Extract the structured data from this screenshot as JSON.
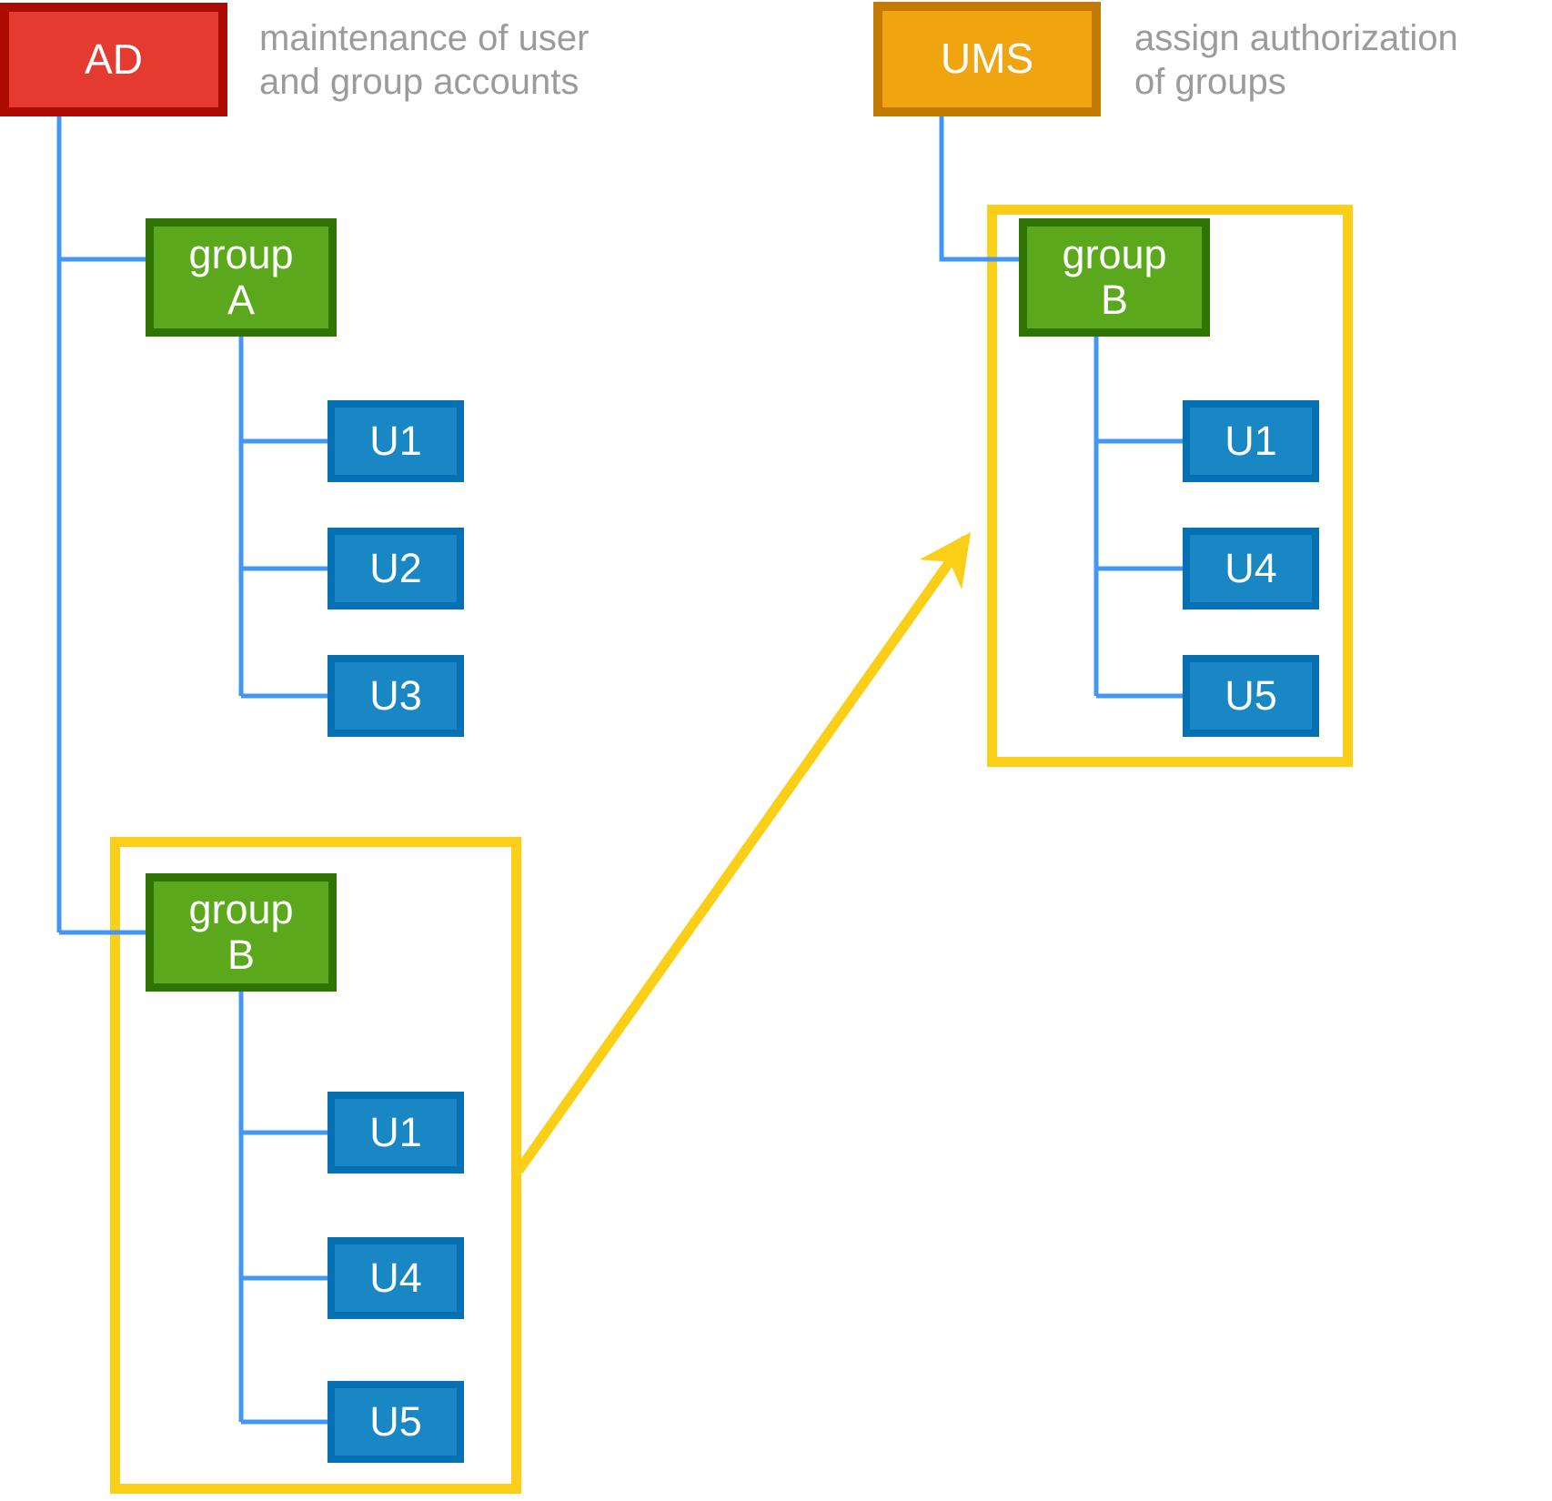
{
  "nodes": {
    "ad": "AD",
    "ums": "UMS",
    "group_a": {
      "line1": "group",
      "line2": "A"
    },
    "group_b_source": {
      "line1": "group",
      "line2": "B"
    },
    "group_b_target": {
      "line1": "group",
      "line2": "B"
    }
  },
  "captions": {
    "ad": {
      "line1": "maintenance of user",
      "line2": "and group accounts"
    },
    "ums": {
      "line1": "assign authorization",
      "line2": "of groups"
    }
  },
  "users": {
    "group_a": [
      "U1",
      "U2",
      "U3"
    ],
    "group_b_source": [
      "U1",
      "U4",
      "U5"
    ],
    "group_b_target": [
      "U1",
      "U4",
      "U5"
    ]
  },
  "colors": {
    "ad_fill": "#e43a30",
    "ad_border": "#ab0b00",
    "ums_fill": "#f0a410",
    "ums_border": "#c27a00",
    "group_fill": "#5ca81d",
    "group_border": "#2f7300",
    "user_fill": "#1987c3",
    "user_border": "#0570b4",
    "connector_blue": "#4296f5",
    "highlight_yellow": "#fbcf18",
    "caption_gray": "#9b9b9b",
    "label_text": "#ffffff"
  }
}
